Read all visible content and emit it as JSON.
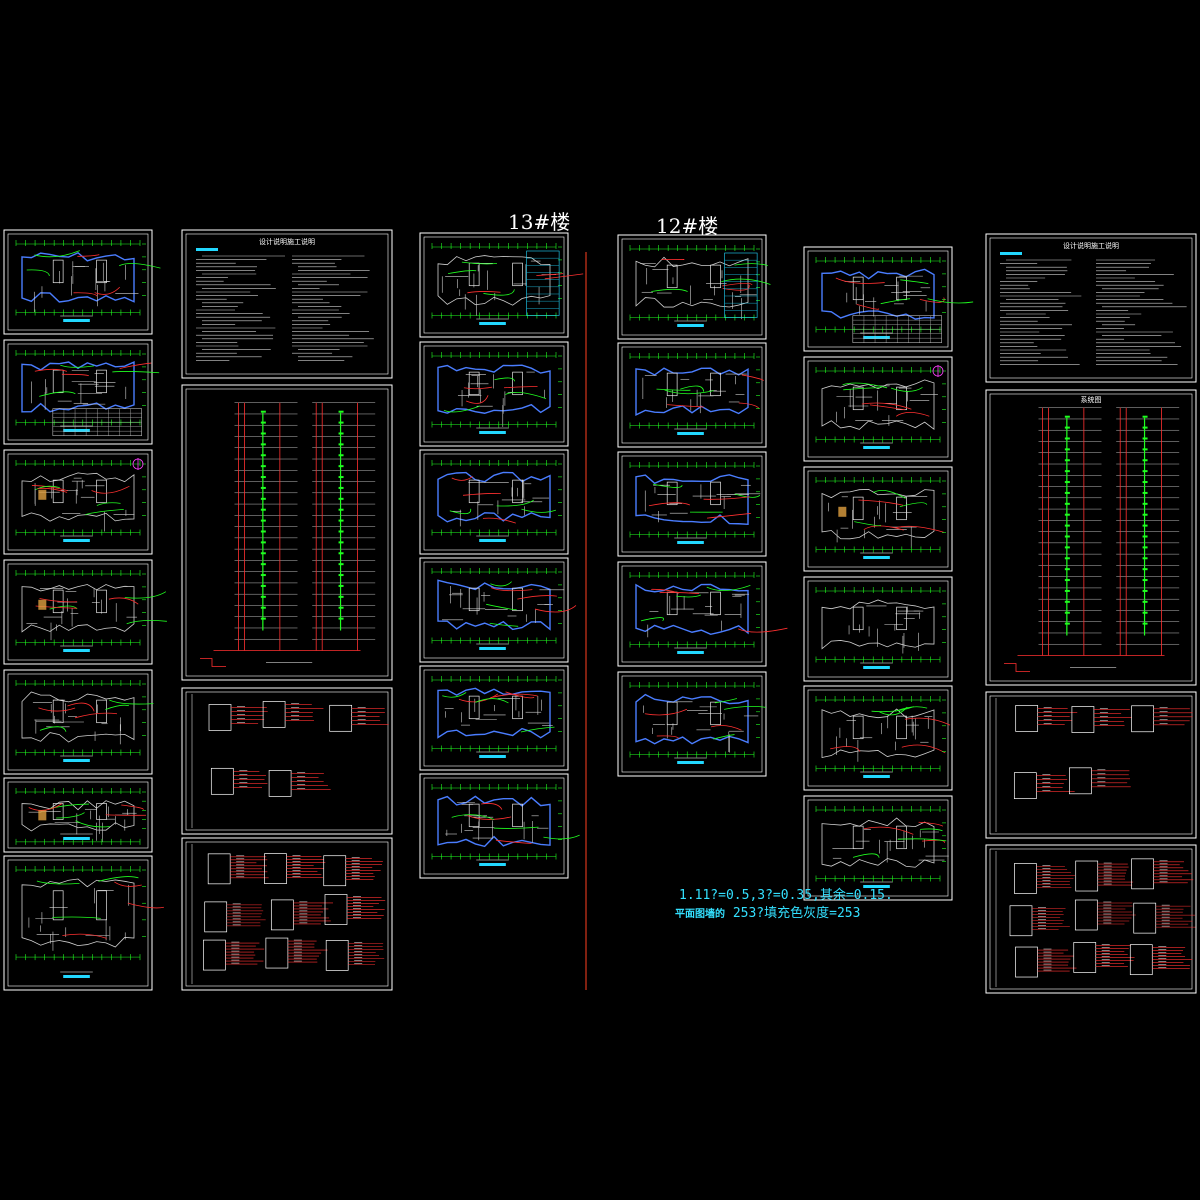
{
  "labels": {
    "building_13": "13#楼",
    "building_12": "12#楼"
  },
  "notes": {
    "line1": "1.11?=0.5,3?=0.35,其余=0.15.",
    "line2_prefix": "平面图墙的",
    "line2_rest": "253?填充色灰度=253"
  },
  "sheet_titles": {
    "design_notes_left": "设计说明施工说明",
    "design_notes_right": "设计说明施工说明",
    "riser_header": "系统图"
  },
  "colors": {
    "frame": "#ffffff",
    "accent_red": "#ff3030",
    "accent_green": "#20ff20",
    "accent_cyan": "#22d8ff",
    "accent_blue": "#4a7dff",
    "accent_magenta": "#ff40ff",
    "divider": "#ff4020"
  }
}
